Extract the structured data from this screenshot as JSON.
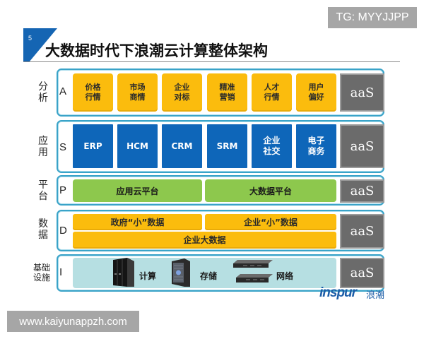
{
  "watermarks": {
    "top": "TG: MYYJJPP",
    "bottom": "www.kaiyunappzh.com"
  },
  "slide": {
    "number": "5",
    "title": "大数据时代下浪潮云计算整体架构"
  },
  "colors": {
    "border": "#3aa3c8",
    "yellow": "#fbbc0d",
    "blue": "#0e66b9",
    "green": "#8dc84d",
    "light_blue": "#b6dfe2",
    "aas_gray": "#6b6b6b",
    "logo_blue": "#1d5ea8"
  },
  "layers": {
    "A": {
      "side": [
        "分",
        "析"
      ],
      "letter": "A",
      "cells": [
        [
          "价格",
          "行情"
        ],
        [
          "市场",
          "商情"
        ],
        [
          "企业",
          "对标"
        ],
        [
          "精准",
          "营销"
        ],
        [
          "人才",
          "行情"
        ],
        [
          "用户",
          "偏好"
        ]
      ],
      "aas": "aaS"
    },
    "S": {
      "side": [
        "应",
        "用"
      ],
      "letter": "S",
      "cells": [
        [
          "ERP"
        ],
        [
          "HCM"
        ],
        [
          "CRM"
        ],
        [
          "SRM"
        ],
        [
          "企业",
          "社交"
        ],
        [
          "电子",
          "商务"
        ]
      ],
      "aas": "aaS"
    },
    "P": {
      "side": [
        "平",
        "台"
      ],
      "letter": "P",
      "cells": [
        "应用云平台",
        "大数据平台"
      ],
      "aas": "aaS"
    },
    "D": {
      "side": [
        "数",
        "据"
      ],
      "letter": "D",
      "cells": [
        "政府“小”数据",
        "企业“小”数据",
        "企业大数据"
      ],
      "aas": "aaS"
    },
    "I": {
      "side": [
        "基础",
        "设施"
      ],
      "letter": "I",
      "items": [
        {
          "icon": "server-rack-icon",
          "label": "计算"
        },
        {
          "icon": "storage-array-icon",
          "label": "存储"
        },
        {
          "icon": "network-switch-icon",
          "label": "网络"
        }
      ],
      "aas": "aaS"
    }
  },
  "logo": {
    "brand": "inspur",
    "brand_cn": "浪潮"
  }
}
